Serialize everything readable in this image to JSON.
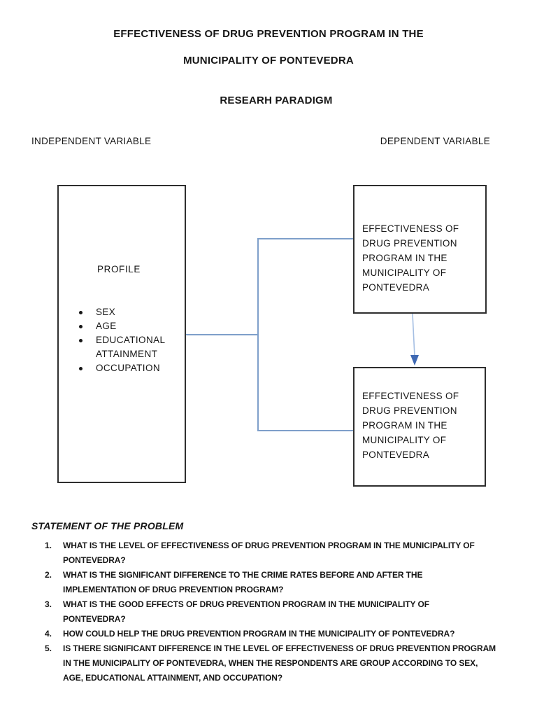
{
  "page": {
    "title_lines": [
      "EFFECTIVENESS OF DRUG PREVENTION PROGRAM IN THE",
      "MUNICIPALITY OF PONTEVEDRA"
    ],
    "subtitle": "RESEARH PARADIGM"
  },
  "diagram": {
    "left_label": "INDEPENDENT VARIABLE",
    "right_label": "DEPENDENT VARIABLE",
    "profile_box": {
      "heading": "PROFILE",
      "bullets": [
        "SEX",
        "AGE",
        "EDUCATIONAL ATTAINMENT",
        "OCCUPATION"
      ]
    },
    "top_box_lines": [
      "EFFECTIVENESS OF",
      "DRUG PREVENTION",
      "PROGRAM IN THE",
      "MUNICIPALITY OF",
      "PONTEVEDRA"
    ],
    "bottom_box_lines": [
      "EFFECTIVENESS OF",
      "DRUG PREVENTION",
      "PROGRAM IN THE",
      "MUNICIPALITY OF",
      "PONTEVEDRA"
    ],
    "colors": {
      "connector": "#7e9fca",
      "arrow_line": "#a5bfe3",
      "arrow_head": "#3f69b3",
      "box_border": "#2e2e2e"
    }
  },
  "problem": {
    "heading": "STATEMENT OF THE PROBLEM",
    "items": [
      {
        "num": "1.",
        "lines": [
          "WHAT IS THE LEVEL OF EFFECTIVENESS OF DRUG PREVENTION PROGRAM IN THE MUNICIPALITY OF",
          "PONTEVEDRA?"
        ]
      },
      {
        "num": "2.",
        "lines": [
          "WHAT IS THE SIGNIFICANT DIFFERENCE TO THE CRIME RATES BEFORE AND AFTER THE",
          "IMPLEMENTATION OF DRUG PREVENTION PROGRAM?"
        ]
      },
      {
        "num": "3.",
        "lines": [
          "WHAT IS THE GOOD EFFECTS OF DRUG PREVENTION PROGRAM IN THE MUNICIPALITY OF",
          "PONTEVEDRA?"
        ]
      },
      {
        "num": "4.",
        "lines": [
          "HOW COULD HELP THE DRUG PREVENTION PROGRAM IN THE MUNICIPALITY OF PONTEVEDRA?"
        ]
      },
      {
        "num": "5.",
        "lines": [
          "IS THERE SIGNIFICANT DIFFERENCE IN THE LEVEL OF EFFECTIVENESS OF DRUG PREVENTION PROGRAM",
          "IN THE MUNICIPALITY OF PONTEVEDRA, WHEN THE RESPONDENTS ARE GROUP ACCORDING TO SEX,",
          "AGE, EDUCATIONAL ATTAINMENT, AND OCCUPATION?"
        ]
      }
    ]
  }
}
